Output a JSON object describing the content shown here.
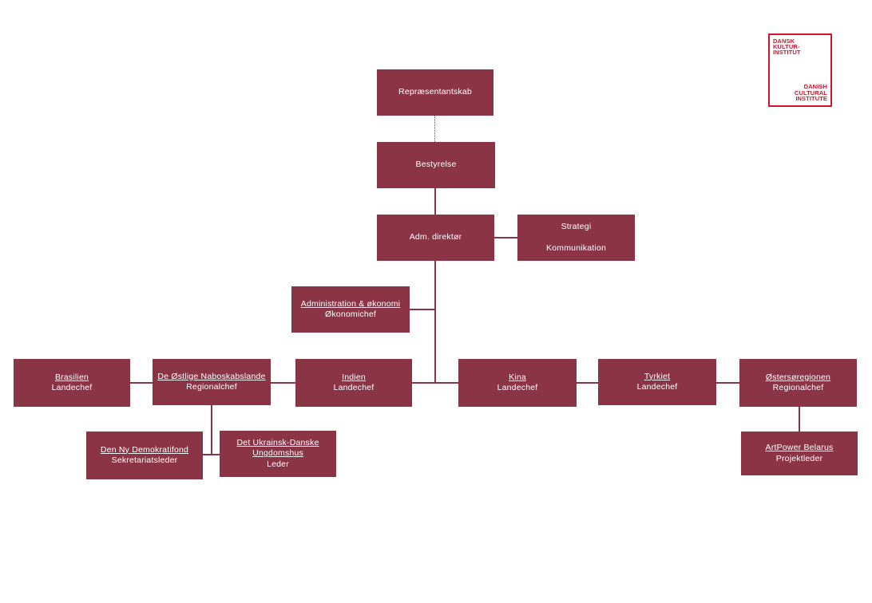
{
  "logo": {
    "line1": "DANSK",
    "line2": "KULTUR-",
    "line3": "INSTITUT",
    "line4": "DANISH",
    "line5": "CULTURAL",
    "line6": "INSTITUTE",
    "color": "#d1152e"
  },
  "colors": {
    "box": "#8b3446",
    "text": "#ffffff"
  },
  "boxes": {
    "representantskab": {
      "title": "Repræsentantskab"
    },
    "bestyrelse": {
      "title": "Bestyrelse"
    },
    "direktor": {
      "title": "Adm. direktør"
    },
    "strategi": {
      "line1": "Strategi",
      "line2": "Kommunikation"
    },
    "administration": {
      "title": "Administration & økonomi",
      "role": "Økonomichef"
    },
    "brasilien": {
      "title": "Brasilien",
      "role": "Landechef"
    },
    "nabolande": {
      "title": "De Østlige Naboskabslande",
      "role": "Regionalchef"
    },
    "indien": {
      "title": "Indien",
      "role": "Landechef"
    },
    "kina": {
      "title": "Kina",
      "role": "Landechef"
    },
    "tyrkiet": {
      "title": "Tyrkiet ",
      "role": "Landechef"
    },
    "ostersoregionen": {
      "title": "Østersøregionen",
      "role": "Regionalchef"
    },
    "demokratifond": {
      "title": "Den Ny Demokratifond",
      "role": "Sekretariatsleder"
    },
    "ungdomshus": {
      "title1": "Det Ukrainsk-Danske",
      "title2": "Ungdomshus",
      "role": "Leder"
    },
    "artpower": {
      "title": "ArtPower Belarus",
      "role": "Projektleder"
    }
  }
}
